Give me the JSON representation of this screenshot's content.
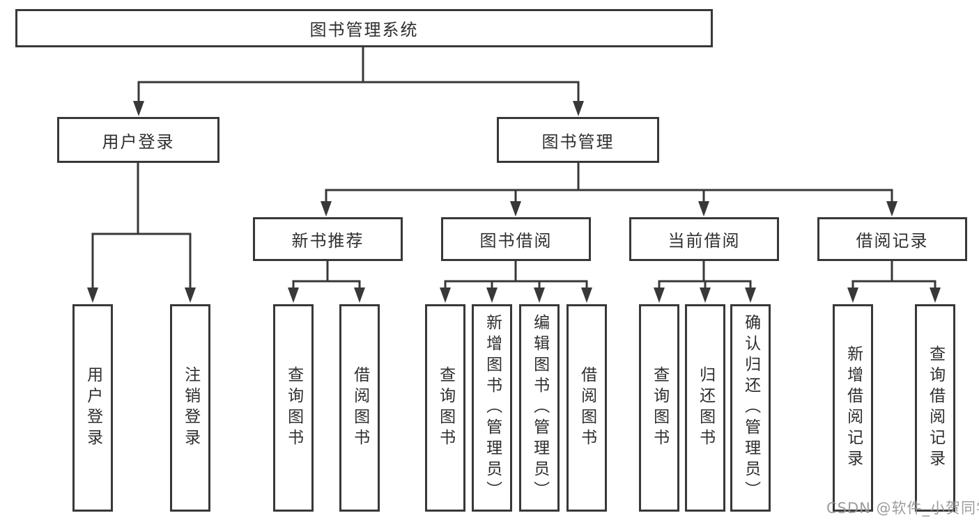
{
  "diagram": {
    "type": "tree",
    "colors": {
      "line": "#383838",
      "box_fill": "#ffffff",
      "text": "#2e2e2e",
      "watermark": "#949494"
    },
    "tree": {
      "label": "图书管理系统",
      "children": [
        {
          "label": "用户登录",
          "children": [
            {
              "label": "用户登录"
            },
            {
              "label": "注销登录"
            }
          ]
        },
        {
          "label": "图书管理",
          "children": [
            {
              "label": "新书推荐",
              "children": [
                {
                  "label": "查询图书"
                },
                {
                  "label": "借阅图书"
                }
              ]
            },
            {
              "label": "图书借阅",
              "children": [
                {
                  "label": "查询图书"
                },
                {
                  "label": "新增图书（管理员）"
                },
                {
                  "label": "编辑图书（管理员）"
                },
                {
                  "label": "借阅图书"
                }
              ]
            },
            {
              "label": "当前借阅",
              "children": [
                {
                  "label": "查询图书"
                },
                {
                  "label": "归还图书"
                },
                {
                  "label": "确认归还（管理员）"
                }
              ]
            },
            {
              "label": "借阅记录",
              "children": [
                {
                  "label": "新增借阅记录"
                },
                {
                  "label": "查询借阅记录"
                }
              ]
            }
          ]
        }
      ]
    },
    "watermark": {
      "text": "CSDN @软件_小贺同学"
    }
  }
}
